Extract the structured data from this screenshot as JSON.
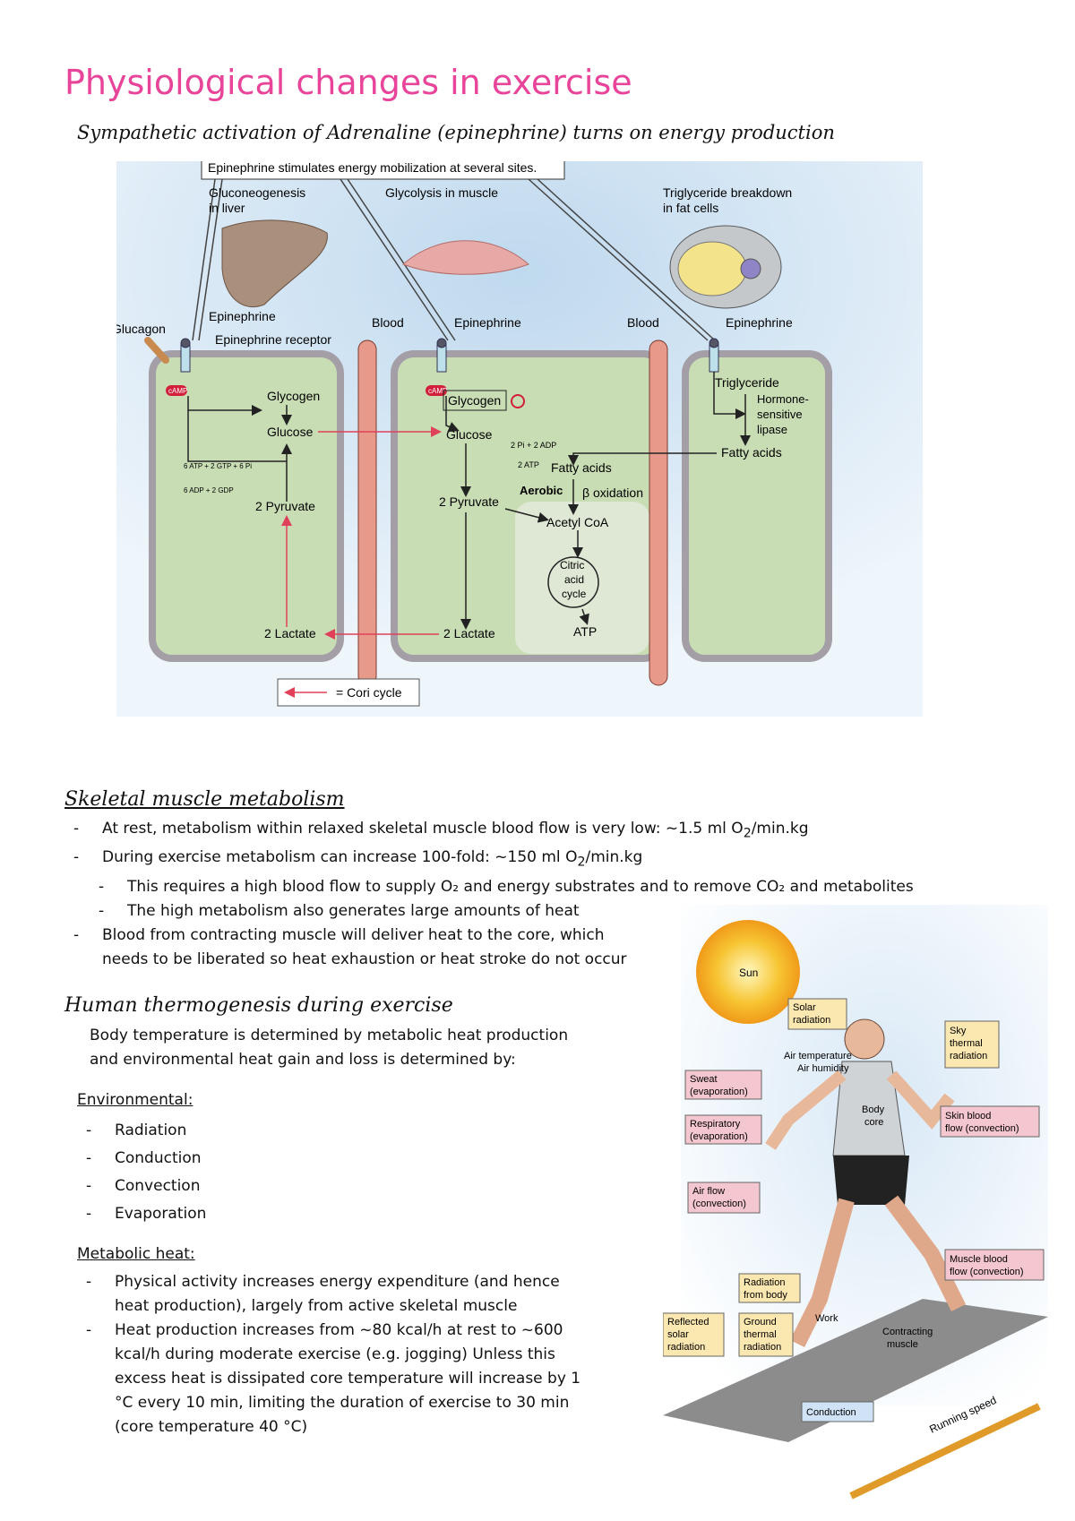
{
  "header": {
    "title": "Physiological changes in exercise",
    "subtitle": "Sympathetic activation of Adrenaline (epinephrine) turns on energy production"
  },
  "figure1": {
    "banner": "Epinephrine stimulates energy mobilization at several sites.",
    "site_liver": [
      "Gluconeogenesis",
      "in liver"
    ],
    "site_muscle": "Glycolysis in muscle",
    "site_fat": [
      "Triglyceride breakdown",
      "in fat cells"
    ],
    "glucagon": "Glucagon",
    "epinephrine": "Epinephrine",
    "epinephrine_receptor": "Epinephrine receptor",
    "blood": "Blood",
    "camp": "cAMP",
    "glycogen": "Glycogen",
    "glucose": "Glucose",
    "pyruvate": "2 Pyruvate",
    "lactate": "2 Lactate",
    "liver_eq1": "6 ATP + 2 GTP + 6 Pi",
    "liver_eq2": "6 ADP + 2 GDP",
    "muscle_eq1": "2 Pi + 2 ADP",
    "muscle_eq2": "2 ATP",
    "aerobic": "Aerobic",
    "fatty_acids": "Fatty acids",
    "beta_oxidation": "β oxidation",
    "acetyl_coa": "Acetyl CoA",
    "citric_cycle": [
      "Citric",
      "acid",
      "cycle"
    ],
    "atp": "ATP",
    "triglyceride": "Triglyceride",
    "lipase": [
      "Hormone-",
      "sensitive",
      "lipase"
    ],
    "legend": "= Cori cycle"
  },
  "skeletal": {
    "heading": "Skeletal muscle metabolism",
    "items": [
      {
        "pre": "At rest, metabolism within relaxed skeletal muscle blood flow is very low: ~1.5 ml O",
        "sub": "2",
        "post": "/min.kg"
      },
      {
        "pre": "During exercise metabolism can increase 100-fold: ~150 ml O",
        "sub": "2",
        "post": "/min.kg"
      }
    ],
    "sub_items": [
      "This requires a high blood flow to supply O₂ and energy substrates and to remove CO₂ and metabolites",
      "The high metabolism also generates large amounts of heat"
    ],
    "item3_line1": "Blood from contracting muscle will deliver heat to the core, which",
    "item3_line2": "needs to be liberated so heat exhaustion or heat stroke do not occur"
  },
  "thermo": {
    "heading": "Human thermogenesis during exercise",
    "intro_line1": "Body temperature is determined by metabolic heat production",
    "intro_line2": "and environmental heat gain and loss is determined by:",
    "env_label": "Environmental:",
    "env_items": [
      "Radiation",
      "Conduction",
      "Convection",
      "Evaporation"
    ],
    "met_label": "Metabolic heat:",
    "met_item1_lines": [
      "Physical activity increases energy expenditure (and hence",
      "heat production), largely from active skeletal muscle"
    ],
    "met_item2_lines": [
      "Heat production increases from ~80 kcal/h at rest to ~600",
      "kcal/h during moderate exercise (e.g. jogging) Unless this",
      "excess heat is dissipated core temperature will increase by 1",
      "°C every 10 min, limiting the duration of exercise to 30 min",
      "(core temperature 40 °C)"
    ]
  },
  "figure2": {
    "sun": "Sun",
    "solar": [
      "Solar",
      "radiation"
    ],
    "sky": [
      "Sky",
      "thermal",
      "radiation"
    ],
    "air": [
      "Air temperature",
      "Air humidity"
    ],
    "sweat": [
      "Sweat",
      "(evaporation)"
    ],
    "resp": [
      "Respiratory",
      "(evaporation)"
    ],
    "skin": [
      "Skin blood",
      "flow (convection)"
    ],
    "airflow": [
      "Air flow",
      "(convection)"
    ],
    "core": [
      "Body",
      "core"
    ],
    "muscle_blood": [
      "Muscle blood",
      "flow (convection)"
    ],
    "rad_body": [
      "Radiation",
      "from body"
    ],
    "work": "Work",
    "reflected": [
      "Reflected",
      "solar",
      "radiation"
    ],
    "ground": [
      "Ground",
      "thermal",
      "radiation"
    ],
    "contracting": [
      "Contracting",
      "muscle"
    ],
    "conduction": "Conduction",
    "running": "Running speed"
  }
}
